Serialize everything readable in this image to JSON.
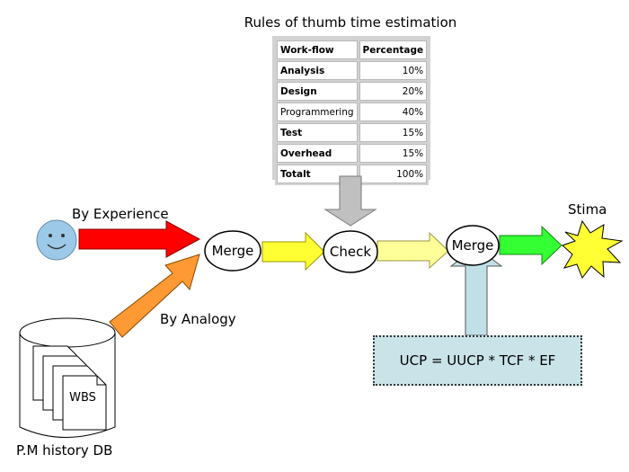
{
  "table": {
    "title": "Rules of thumb time estimation",
    "headers": [
      "Work-flow",
      "Percentage"
    ],
    "rows": [
      {
        "name": "Analysis",
        "pct": "10%",
        "bold": true
      },
      {
        "name": "Design",
        "pct": "20%",
        "bold": true
      },
      {
        "name": "Programmering",
        "pct": "40%",
        "bold": false
      },
      {
        "name": "Test",
        "pct": "15%",
        "bold": true
      },
      {
        "name": "Overhead",
        "pct": "15%",
        "bold": true
      },
      {
        "name": "Totalt",
        "pct": "100%",
        "bold": true
      }
    ]
  },
  "labels": {
    "by_experience": "By Experience",
    "by_analogy": "By Analogy",
    "history_db": "P.M history DB",
    "wbs": "WBS",
    "stima": "Stima"
  },
  "nodes": {
    "merge1": "Merge",
    "check": "Check",
    "merge2": "Merge"
  },
  "formula": "UCP = UUCP * TCF * EF",
  "colors": {
    "red_arrow": "#ff0000",
    "orange_arrow": "#ff9933",
    "yellow_arrow": "#ffff33",
    "light_yellow_arrow": "#ffff99",
    "green_arrow": "#33ff33",
    "gray_arrow": "#c0c0c0",
    "blue_arrow": "#bfe0e6",
    "face": "#9cc9e8",
    "star": "#ffff33"
  }
}
